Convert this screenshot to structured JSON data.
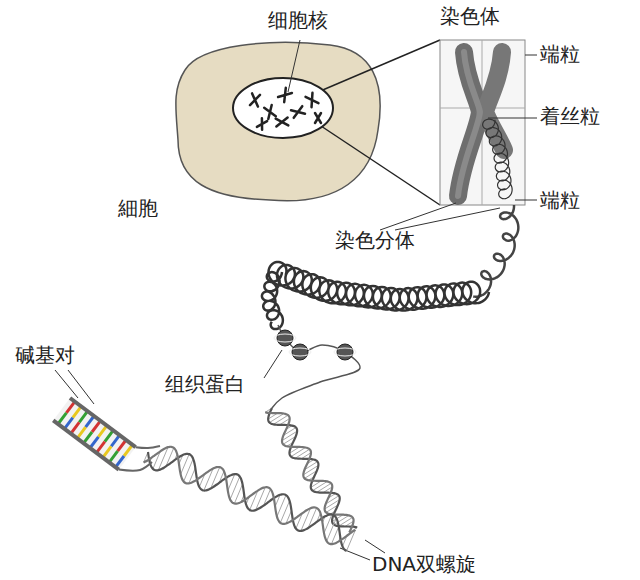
{
  "diagram": {
    "labels": [
      "细胞核",
      "染色体",
      "端粒",
      "着丝粒",
      "端粒",
      "細胞",
      "染色分体",
      "碱基对",
      "组织蛋白",
      "DNA双螺旋"
    ]
  }
}
